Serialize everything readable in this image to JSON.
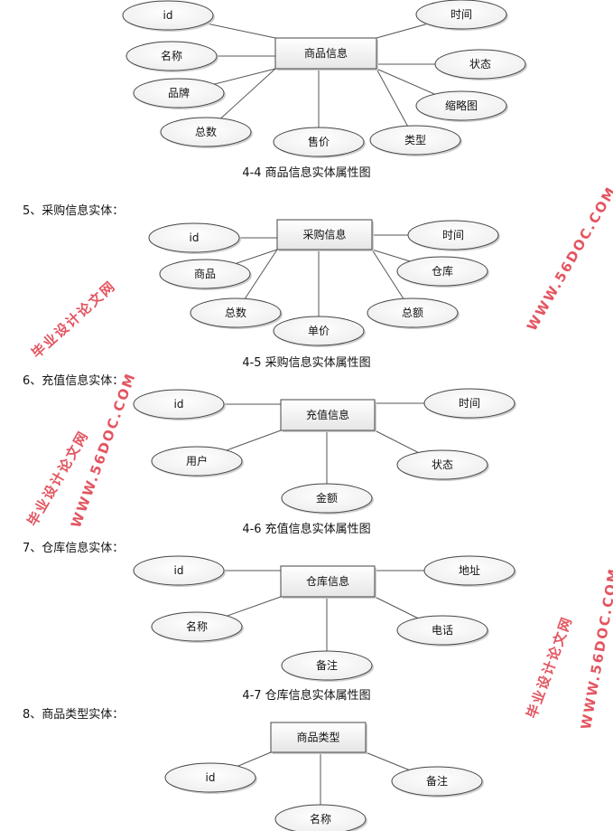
{
  "diagrams": [
    {
      "entity": "商品信息",
      "caption": "4-4 商品信息实体属性图",
      "attributes": [
        "id",
        "名称",
        "品牌",
        "总数",
        "售价",
        "类型",
        "缩略图",
        "状态",
        "时间"
      ]
    },
    {
      "heading": "5、采购信息实体：",
      "entity": "采购信息",
      "caption": "4-5 采购信息实体属性图",
      "attributes": [
        "id",
        "商品",
        "总数",
        "单价",
        "总额",
        "仓库",
        "时间"
      ]
    },
    {
      "heading": "6、充值信息实体：",
      "entity": "充值信息",
      "caption": "4-6 充值信息实体属性图",
      "attributes": [
        "id",
        "用户",
        "金额",
        "状态",
        "时间"
      ]
    },
    {
      "heading": "7、仓库信息实体：",
      "entity": "仓库信息",
      "caption": "4-7 仓库信息实体属性图",
      "attributes": [
        "id",
        "名称",
        "备注",
        "电话",
        "地址"
      ]
    },
    {
      "heading": "8、商品类型实体：",
      "entity": "商品类型",
      "attributes": [
        "id",
        "名称",
        "备注"
      ]
    }
  ],
  "watermark": {
    "site_name": "毕业设计论文网",
    "url": "WWW.56DOC.COM"
  },
  "colors": {
    "line": "#555555",
    "watermark": "#e0434f"
  }
}
